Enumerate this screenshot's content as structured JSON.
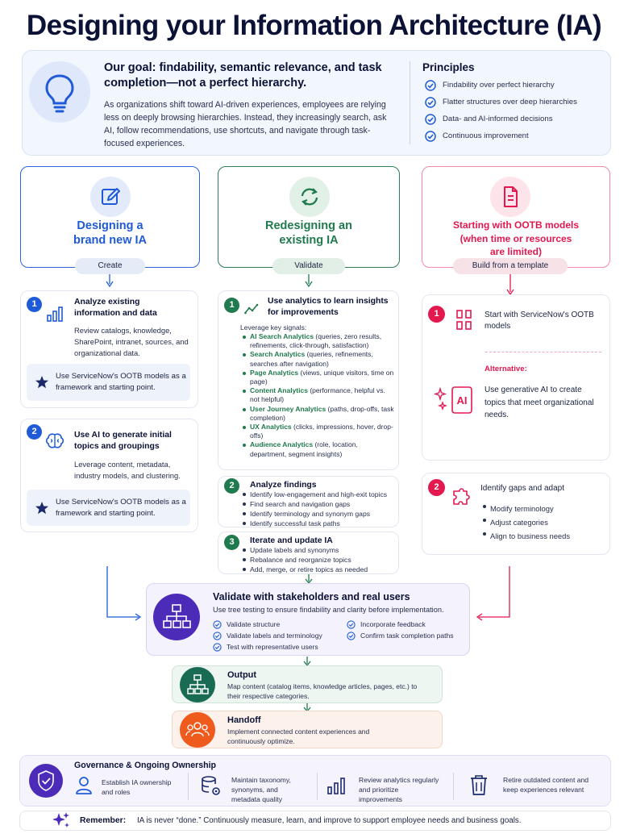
{
  "title": "Designing your Information Architecture (IA)",
  "goal": {
    "heading": "Our goal: findability, semantic relevance, and task completion—not a perfect hierarchy.",
    "body": "As organizations shift toward AI-driven experiences, employees are relying less on deeply browsing hierarchies. Instead, they increasingly search, ask AI, follow recommendations, use shortcuts, and navigate through task-focused experiences.",
    "principles_title": "Principles",
    "principles": [
      "Findability over perfect hierarchy",
      "Flatter structures over deep hierarchies",
      "Data- and AI-informed decisions",
      "Continuous improvement"
    ]
  },
  "columns": {
    "new": {
      "title": "Designing a brand new IA",
      "pill": "Create",
      "steps": [
        {
          "num": "1",
          "title": "Analyze existing information and data",
          "body": "Review catalogs, knowledge, SharePoint, intranet, sources, and organizational data.",
          "note": "Use ServiceNow's OOTB models as a framework and starting point."
        },
        {
          "num": "2",
          "title": "Use AI to generate initial topics and groupings",
          "body": "Leverage content, metadata, industry models, and clustering.",
          "note": "Use ServiceNow's OOTB models as a framework and starting point."
        }
      ]
    },
    "redesign": {
      "title": "Redesigning an existing IA",
      "pill": "Validate",
      "step1": {
        "num": "1",
        "title": "Use analytics to learn insights for improvements",
        "intro": "Leverage key signals:",
        "signals": [
          {
            "name": "AI Search Analytics",
            "desc": " (queries, zero results, refinements, click-through, satisfaction)"
          },
          {
            "name": "Search Analytics",
            "desc": " (queries, refinements, searches after navigation)"
          },
          {
            "name": "Page Analytics",
            "desc": " (views, unique visitors, time on page)"
          },
          {
            "name": "Content Analytics",
            "desc": " (performance, helpful vs. not helpful)"
          },
          {
            "name": "User Journey Analytics",
            "desc": " (paths, drop-offs, task completion)"
          },
          {
            "name": "UX Analytics",
            "desc": " (clicks, impressions, hover, drop-offs)"
          },
          {
            "name": "Audience Analytics",
            "desc": " (role, location, department, segment insights)"
          }
        ]
      },
      "step2": {
        "num": "2",
        "title": "Analyze findings",
        "items": [
          "Identify low-engagement and high-exit topics",
          "Find search and navigation gaps",
          "Identify terminology and synonym gaps",
          "Identify successful task paths"
        ]
      },
      "step3": {
        "num": "3",
        "title": "Iterate and update IA",
        "items": [
          "Update labels and synonyms",
          "Rebalance and reorganize topics",
          "Add, merge, or retire topics as needed"
        ]
      }
    },
    "ootb": {
      "title": "Starting with OOTB models (when time or resources are limited)",
      "pill": "Build from a template",
      "step1": {
        "num": "1",
        "title": "Start with ServiceNow's OOTB models",
        "alt_label": "Alternative:",
        "alt_body": "Use generative AI to create topics that meet organizational needs.",
        "ai_badge": "AI"
      },
      "step2": {
        "num": "2",
        "title": "Identify gaps and adapt",
        "items": [
          "Modify terminology",
          "Adjust categories",
          "Align to business needs"
        ]
      }
    }
  },
  "validate": {
    "title": "Validate with stakeholders and real users",
    "subtitle": "Use tree testing to ensure findability and clarity before implementation.",
    "checks_left": [
      "Validate structure",
      "Validate labels and terminology",
      "Test with representative users"
    ],
    "checks_right": [
      "Incorporate feedback",
      "Confirm task completion paths"
    ]
  },
  "output": {
    "title": "Output",
    "body": "Map content (catalog items, knowledge articles, pages, etc.) to their respective categories."
  },
  "handoff": {
    "title": "Handoff",
    "body": "Implement connected content experiences and continuously optimize."
  },
  "governance": {
    "title": "Governance & Ongoing Ownership",
    "items": [
      "Establish IA ownership and roles",
      "Maintain taxonomy, synonyms, and metadata quality",
      "Review analytics regularly and prioritize improvements",
      "Retire outdated content and keep experiences relevant"
    ]
  },
  "remember": {
    "label": "Remember:",
    "text": "IA is never “done.” Continuously measure, learn, and improve to support employee needs and business goals."
  },
  "colors": {
    "blue": "#1f5bd6",
    "green": "#1f7a4d",
    "red": "#e2184f",
    "purple": "#4b2bb8",
    "navy": "#0b1236",
    "orange": "#ef5a1d",
    "teal": "#1a6b54"
  }
}
